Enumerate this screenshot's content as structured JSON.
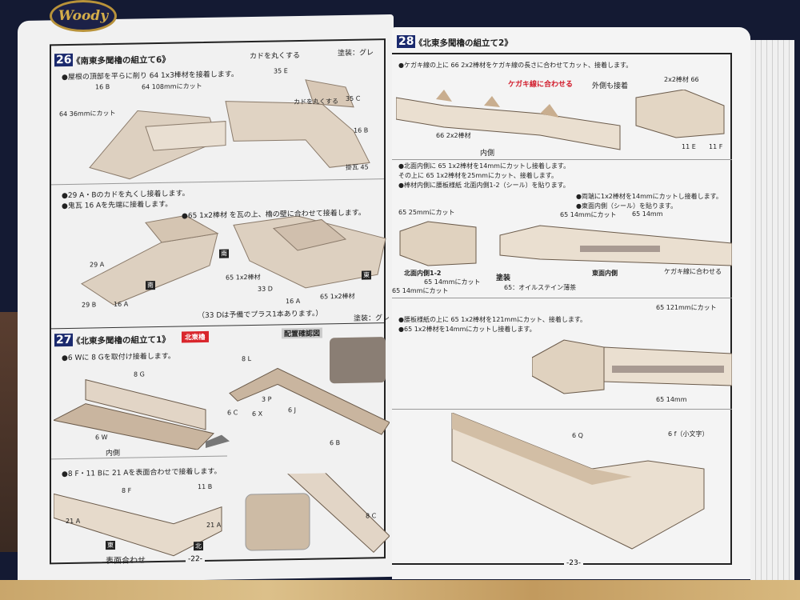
{
  "brand": "Woody",
  "left_page": {
    "page_number": "-22-",
    "step26": {
      "number": "26",
      "title": "《南東多聞櫓の組立て6》",
      "line1": "●屋根の頂部を平らに削り 64 1x3棒材を接着します。",
      "paint": "塗装：グレ",
      "line_cut_108": "64 108mmにカット",
      "line_cut_36": "64 36mmにカット",
      "round1": "カドを丸くする",
      "round2": "カドを丸くする",
      "notes2": [
        "●29 A・Bのカドを丸くし接着します。",
        "●鬼瓦 16 Aを先端に接着します。"
      ],
      "note3": "●65 1x2棒材 を瓦の上、櫓の壁に合わせて接着します。",
      "spare": "（33 Dは予備でプラス1本あります。）",
      "paint2": "塗装：グレ"
    },
    "step27": {
      "number": "27",
      "title": "《北東多聞櫓の組立て1》",
      "tag": "北東櫓",
      "confirm": "配置確認図",
      "line1": "●6 Wに 8 Gを取付け接着します。",
      "inner": "内側",
      "line2": "●8 F・11 Bに 21 Aを表面合わせで接着します。",
      "flush": "表面合わせ"
    },
    "directions": [
      "南",
      "南",
      "東",
      "東",
      "北"
    ],
    "callouts": [
      "16 B",
      "35 E",
      "35 C",
      "16 B",
      "掛瓦 45",
      "29 A",
      "29 B",
      "16 A",
      "65 1x2棒材",
      "33 D",
      "16 A",
      "65 1x2棒材",
      "8 G",
      "6 W",
      "8 L",
      "6 C",
      "6 X",
      "3 P",
      "6 J",
      "6 B",
      "8 F",
      "11 B",
      "21 A",
      "21 A",
      "8 C"
    ]
  },
  "right_page": {
    "page_number": "-23-",
    "step28": {
      "number": "28",
      "title": "《北東多聞櫓の組立て2》",
      "line1": "●ケガキ線の上に 66 2x2棒材をケガキ線の長さに合わせてカット、接着します。",
      "warn": "ケガキ線に合わせる",
      "outside": "外側も接着",
      "inner": "内側",
      "part_2x2": "66 2x2棒材",
      "part_2x2b": "2x2棒材 66",
      "block2": [
        "●北面内側に 65 1x2棒材を14mmにカットし接着します。",
        "その上に 65 1x2棒材を25mmにカット、接着します。",
        "●棒材内側に腰板様紙 北面内側1-2（シール）を貼ります。"
      ],
      "block3": [
        "●両端に1x2棒材を14mmにカットし接着します。",
        "●東面内側（シール）を貼ります。"
      ],
      "labels": [
        "65 25mmにカット",
        "北面内側1-2",
        "65 14mmにカット",
        "65 14mmにカット",
        "65 14mmにカット",
        "65 14mm",
        "ケガキ線に合わせる",
        "東面内側"
      ],
      "paint": "塗装",
      "paint_spec": "65：オイルステイン薄茶",
      "block4": [
        "●腰板様紙の上に 65 1x2棒材を121mmにカット、接着します。",
        "●65 1x2棒材を14mmにカットし接着します。"
      ],
      "labels4": [
        "65 121mmにカット",
        "65 14mm"
      ],
      "callouts": [
        "11 E",
        "11 F",
        "6 Q",
        "6 f（小文字）"
      ]
    }
  },
  "colors": {
    "navy": "#141a33",
    "page": "#f1f1f1",
    "wood_model": "#e3d6c4",
    "title_badge": "#1b2a6e",
    "callout_pink": "#f6d2e2",
    "warning_red": "#d11a2a"
  }
}
